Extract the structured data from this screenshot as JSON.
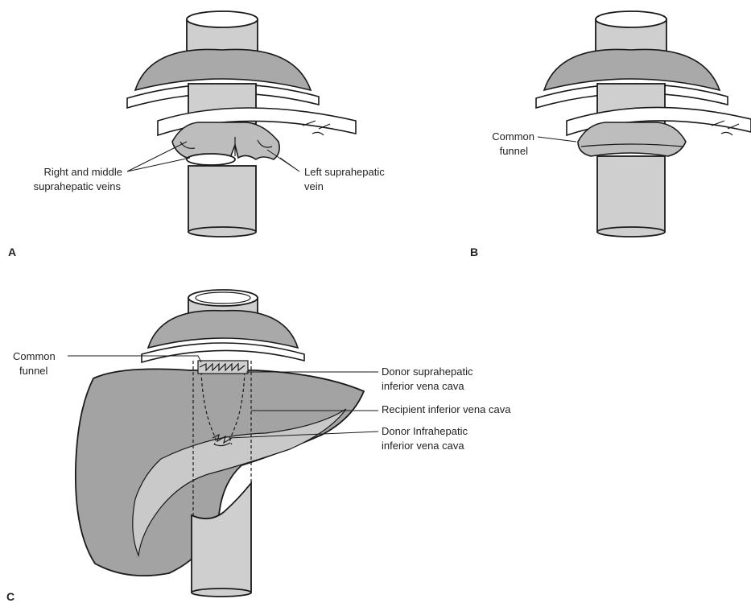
{
  "panels": {
    "a": {
      "letter": "A",
      "label_right_middle_line1": "Right and middle",
      "label_right_middle_line2": "suprahepatic veins",
      "label_left_line1": "Left suprahepatic",
      "label_left_line2": "vein"
    },
    "b": {
      "letter": "B",
      "label_funnel_line1": "Common",
      "label_funnel_line2": "funnel"
    },
    "c": {
      "letter": "C",
      "label_funnel_line1": "Common",
      "label_funnel_line2": "funnel",
      "label_donor_supra_line1": "Donor suprahepatic",
      "label_donor_supra_line2": "inferior vena cava",
      "label_recipient": "Recipient inferior vena cava",
      "label_donor_infra_line1": "Donor Infrahepatic",
      "label_donor_infra_line2": "inferior vena cava"
    }
  },
  "icons": [
    "diaphragm-dome",
    "vena-cava-tube",
    "liver-outline",
    "suture-line"
  ],
  "colors": {
    "stroke": "#1a1a1a",
    "diaphragm": "#a9a9a9",
    "vessel": "#cfcfcf",
    "liver": "#a3a3a3",
    "liver_highlight": "#c9c9c9"
  }
}
